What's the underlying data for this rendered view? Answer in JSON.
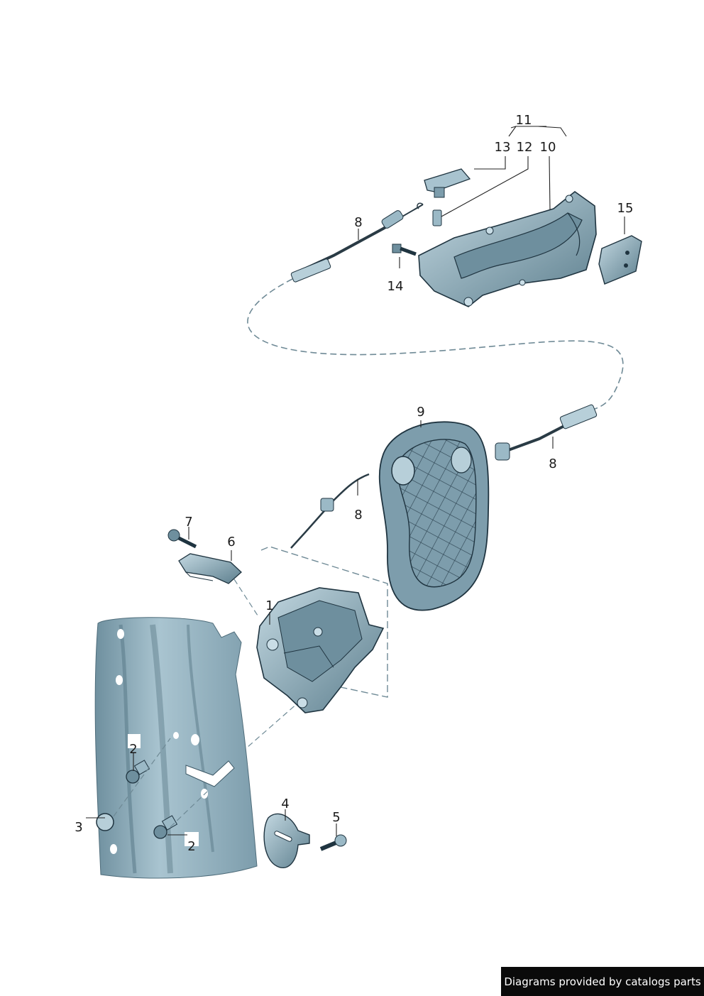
{
  "callouts": [
    "1",
    "2",
    "2",
    "3",
    "4",
    "5",
    "6",
    "7",
    "8",
    "8",
    "8",
    "9",
    "10",
    "11",
    "12",
    "13",
    "14",
    "15"
  ],
  "footer": {
    "text": "Diagrams provided by catalogs parts"
  },
  "colors": {
    "part_fill": "#8fb0bf",
    "part_light": "#c9dde6",
    "part_dark": "#3f5e6d",
    "outline": "#1f3440",
    "leader": "#222222",
    "dash": "#6f8a96"
  }
}
